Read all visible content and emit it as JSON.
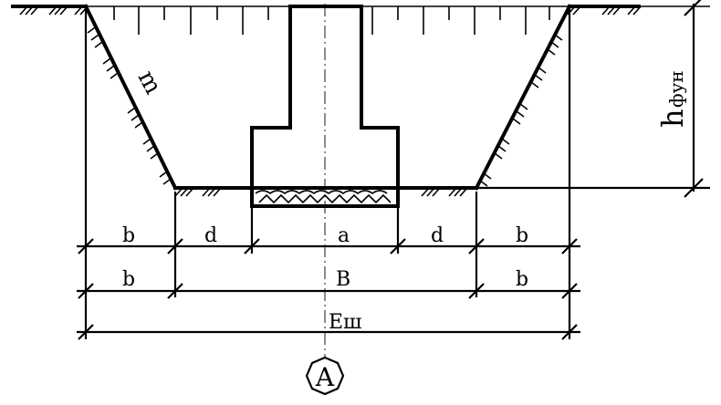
{
  "labels": {
    "slope": "m",
    "depth_main": "h",
    "depth_sub": "фун",
    "dim_b_left_1": "b",
    "dim_d_left": "d",
    "dim_a": "a",
    "dim_d_right": "d",
    "dim_b_right_1": "b",
    "dim_b_left_2": "b",
    "dim_B": "B",
    "dim_b_right_2": "b",
    "dim_E": "Еш",
    "axis_mark": "А"
  }
}
